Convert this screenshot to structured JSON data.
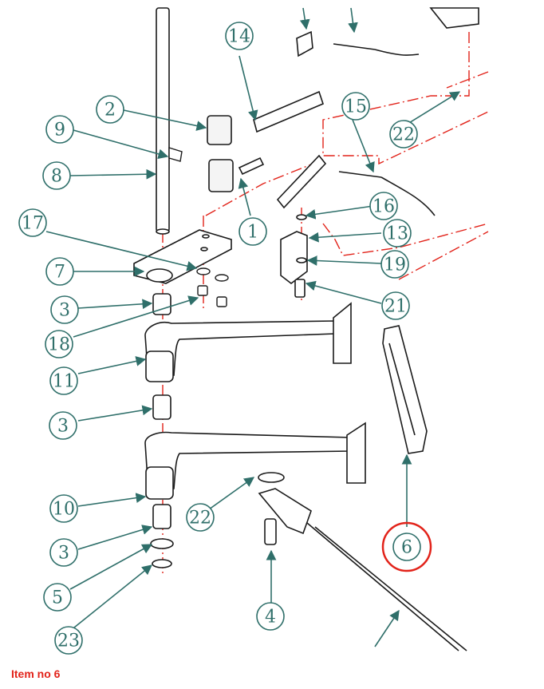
{
  "callouts": {
    "c1": "1",
    "c2": "2",
    "c3a": "3",
    "c3b": "3",
    "c3c": "3",
    "c4": "4",
    "c5": "5",
    "c6": "6",
    "c7": "7",
    "c8": "8",
    "c9": "9",
    "c10": "10",
    "c11": "11",
    "c13": "13",
    "c14": "14",
    "c15": "15",
    "c16": "16",
    "c17": "17",
    "c18": "18",
    "c19": "19",
    "c21": "21",
    "c22a": "22",
    "c22b": "22",
    "c23": "23"
  },
  "highlighted_item": "6",
  "caption": "Item no 6",
  "colors": {
    "callout": "#2f6f6a",
    "highlight": "#e2231a",
    "line": "#1a1a1a",
    "assembly_line": "#e2231a"
  }
}
